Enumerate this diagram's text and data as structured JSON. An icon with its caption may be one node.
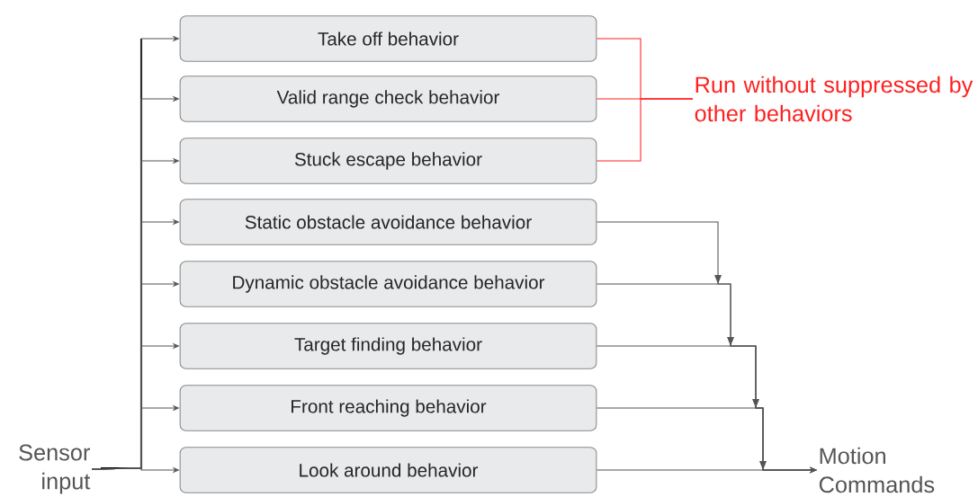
{
  "diagram": {
    "nodes": [
      {
        "text": [
          "Sensor input"
        ]
      },
      {
        "text": [
          "Take off behavior"
        ]
      },
      {
        "text": [
          "Valid range check behavior"
        ]
      },
      {
        "text": [
          "Stuck escape behavior"
        ]
      },
      {
        "text": [
          "Static obstacle avoidance behavior"
        ]
      },
      {
        "text": [
          "Dynamic obstacle avoidance behavior"
        ]
      },
      {
        "text": [
          "Target finding behavior"
        ]
      },
      {
        "text": [
          "Front reaching behavior"
        ]
      },
      {
        "text": [
          "Look around behavior"
        ]
      },
      {
        "text": [
          "Run without suppressed by other behaviors"
        ]
      },
      {
        "text": [
          "Motion Commands"
        ]
      }
    ],
    "edges": [
      {
        "from": 0,
        "to": 1,
        "arrow": "to"
      },
      {
        "from": 0,
        "to": 2,
        "arrow": "to"
      },
      {
        "from": 0,
        "to": 3,
        "arrow": "to"
      },
      {
        "from": 0,
        "to": 4,
        "arrow": "to"
      },
      {
        "from": 0,
        "to": 5,
        "arrow": "to"
      },
      {
        "from": 0,
        "to": 6,
        "arrow": "to"
      },
      {
        "from": 0,
        "to": 7,
        "arrow": "to"
      },
      {
        "from": 0,
        "to": 8,
        "arrow": "to"
      },
      {
        "from": 1,
        "to": 9,
        "arrow": "none",
        "color": "#ff2020"
      },
      {
        "from": 2,
        "to": 9,
        "arrow": "none",
        "color": "#ff2020"
      },
      {
        "from": 3,
        "to": 9,
        "arrow": "none",
        "color": "#ff2020"
      },
      {
        "from": 4,
        "to": 10,
        "arrow": "to"
      },
      {
        "from": 5,
        "to": 10,
        "arrow": "to"
      },
      {
        "from": 6,
        "to": 10,
        "arrow": "to"
      },
      {
        "from": 7,
        "to": 10,
        "arrow": "to"
      },
      {
        "from": 8,
        "to": 10,
        "arrow": "to"
      }
    ]
  }
}
